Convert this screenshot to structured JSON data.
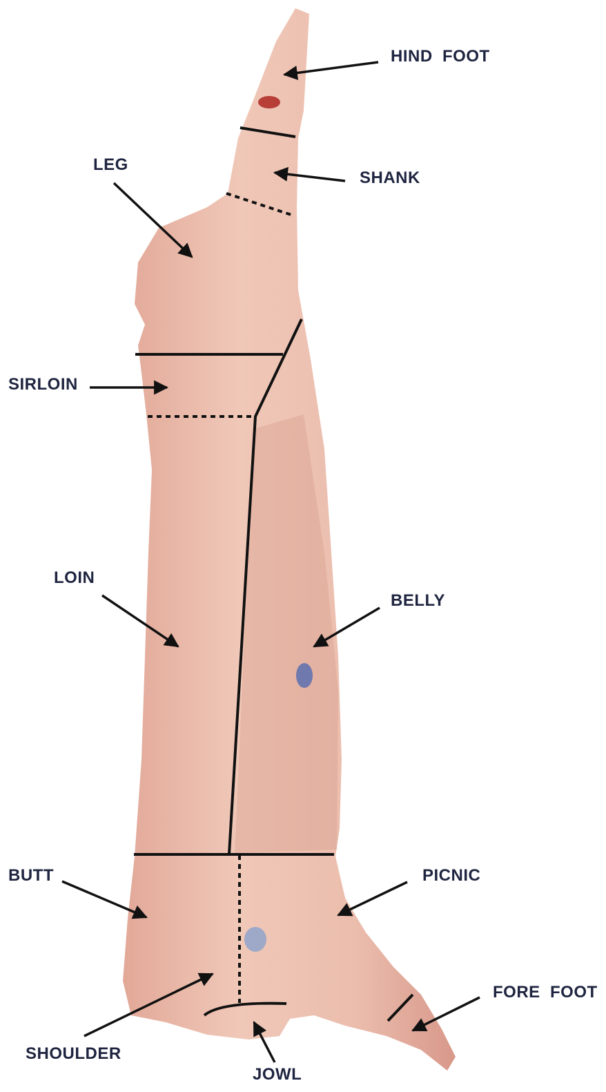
{
  "labels": {
    "hind_foot": "HIND  FOOT",
    "shank": "SHANK",
    "leg": "LEG",
    "sirloin": "SIRLOIN",
    "loin": "LOIN",
    "belly": "BELLY",
    "butt": "BUTT",
    "picnic": "PICNIC",
    "fore_foot": "FORE  FOOT",
    "shoulder": "SHOULDER",
    "jowl": "JOWL"
  },
  "colors": {
    "carcass": "#e8b8a8",
    "carcass_shadow": "#d49886",
    "cut_line": "#111111",
    "label_text": "#1f2540"
  }
}
